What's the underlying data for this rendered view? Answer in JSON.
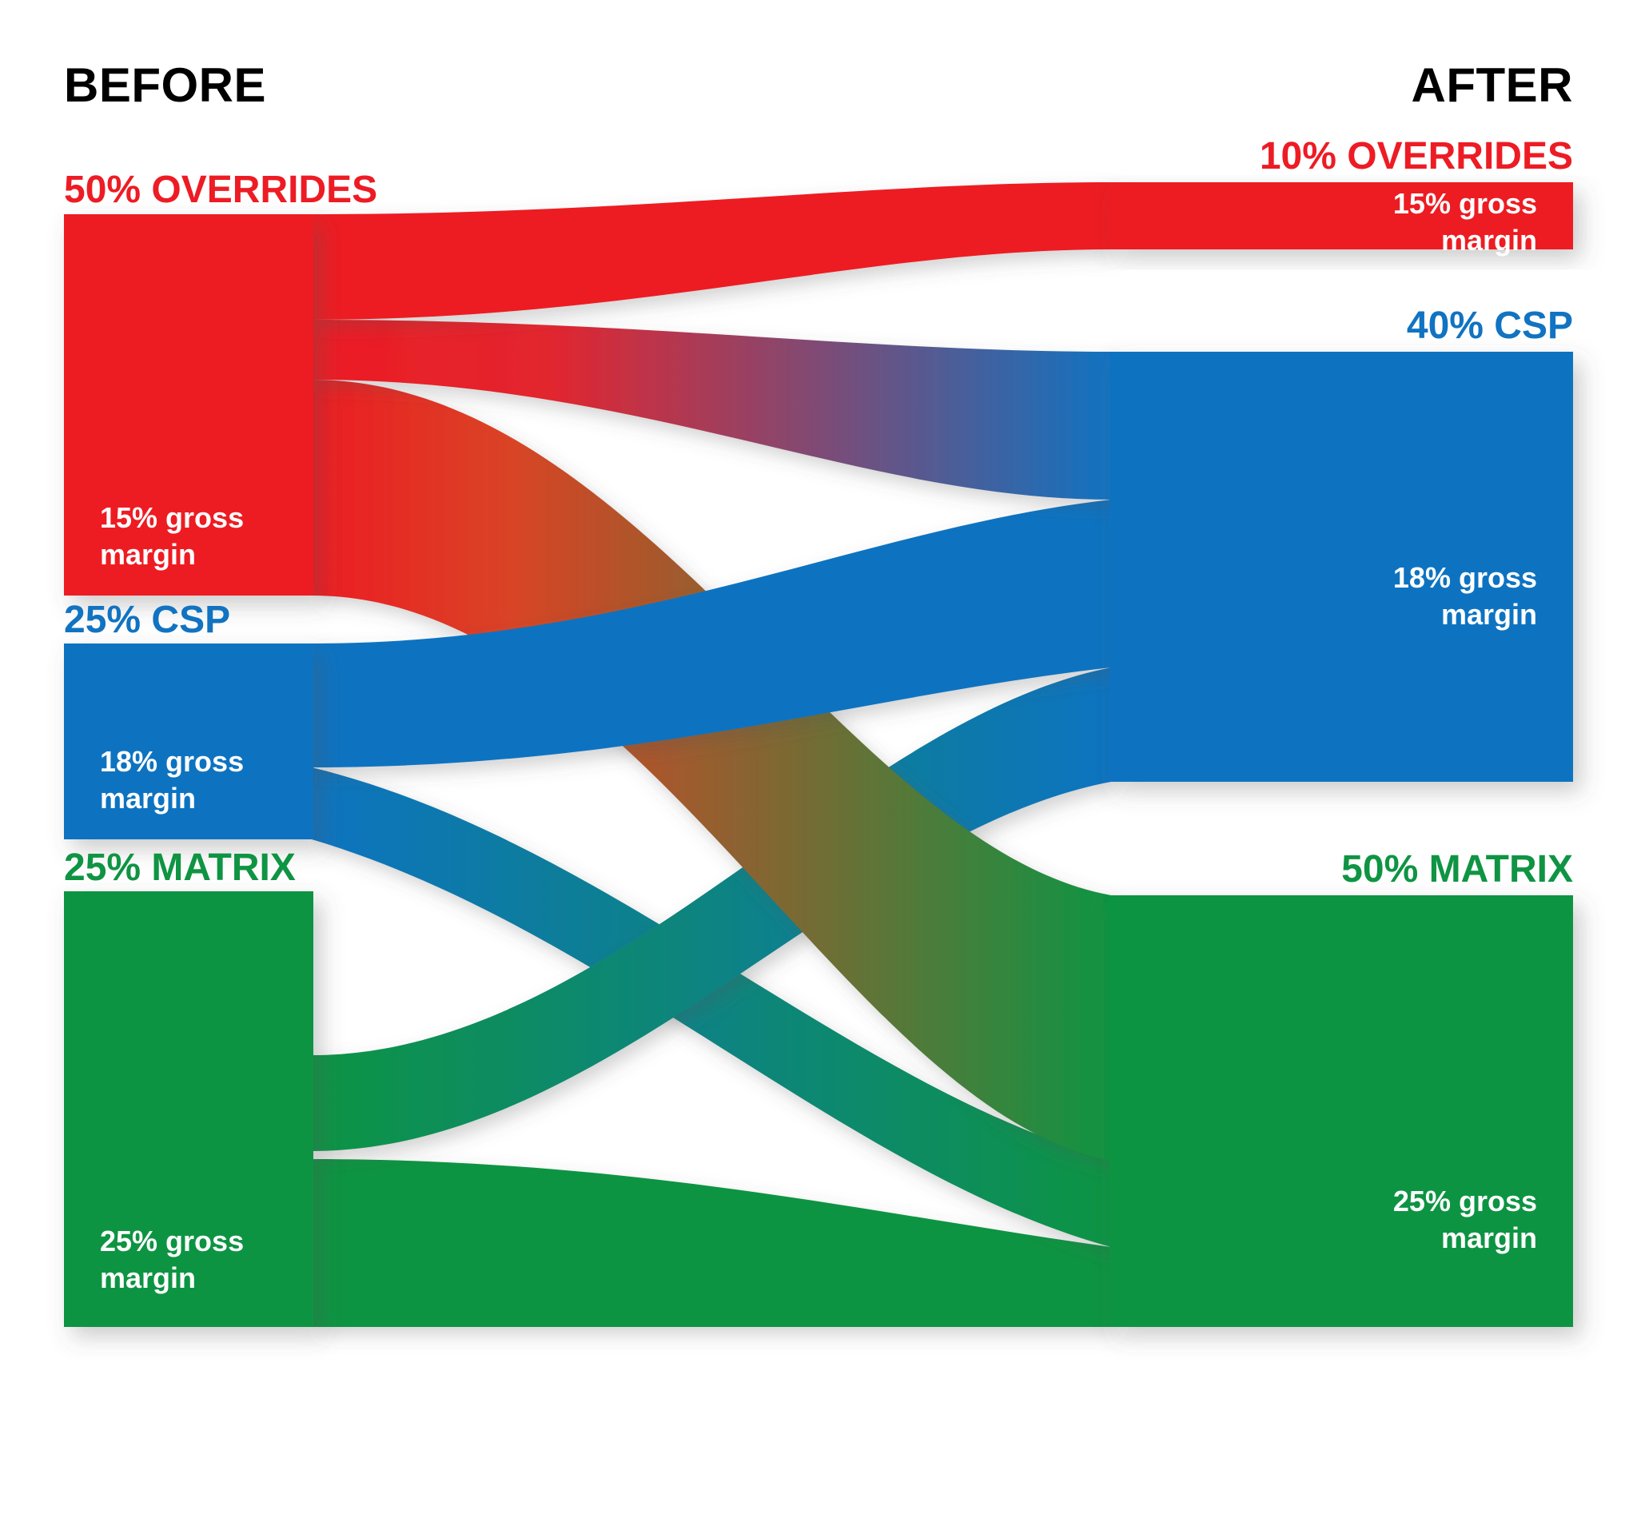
{
  "headers": {
    "left": "BEFORE",
    "right": "AFTER"
  },
  "colors": {
    "overrides_red": "#ED1C24",
    "csp_blue": "#1173C1",
    "matrix_green": "#0F9443",
    "label_black": "#000000",
    "label_white": "#FFFFFF",
    "background": "#FFFFFF"
  },
  "before": {
    "nodes": [
      {
        "key": "overrides",
        "label": "50% OVERRIDES",
        "margin_label_line1": "15% gross",
        "margin_label_line2": "margin"
      },
      {
        "key": "csp",
        "label": "25% CSP",
        "margin_label_line1": "18% gross",
        "margin_label_line2": "margin"
      },
      {
        "key": "matrix",
        "label": "25% MATRIX",
        "margin_label_line1": "25% gross",
        "margin_label_line2": "margin"
      }
    ]
  },
  "after": {
    "nodes": [
      {
        "key": "overrides",
        "label": "10% OVERRIDES",
        "margin_label_line1": "15% gross",
        "margin_label_line2": "margin"
      },
      {
        "key": "csp",
        "label": "40% CSP",
        "margin_label_line1": "18% gross",
        "margin_label_line2": "margin"
      },
      {
        "key": "matrix",
        "label": "50% MATRIX",
        "margin_label_line1": "25% gross",
        "margin_label_line2": "margin"
      }
    ]
  },
  "chart_data": {
    "type": "sankey",
    "title": "",
    "stages": [
      "BEFORE",
      "AFTER"
    ],
    "nodes": [
      {
        "id": "before_overrides",
        "stage": "BEFORE",
        "label": "50% OVERRIDES",
        "value": 50,
        "gross_margin": "15% gross margin",
        "color": "#ED1C24"
      },
      {
        "id": "before_csp",
        "stage": "BEFORE",
        "label": "25% CSP",
        "value": 25,
        "gross_margin": "18% gross margin",
        "color": "#1173C1"
      },
      {
        "id": "before_matrix",
        "stage": "BEFORE",
        "label": "25% MATRIX",
        "value": 25,
        "gross_margin": "25% gross margin",
        "color": "#0F9443"
      },
      {
        "id": "after_overrides",
        "stage": "AFTER",
        "label": "10% OVERRIDES",
        "value": 10,
        "gross_margin": "15% gross margin",
        "color": "#ED1C24"
      },
      {
        "id": "after_csp",
        "stage": "AFTER",
        "label": "40% CSP",
        "value": 40,
        "gross_margin": "18% gross margin",
        "color": "#1173C1"
      },
      {
        "id": "after_matrix",
        "stage": "AFTER",
        "label": "50% MATRIX",
        "value": 50,
        "gross_margin": "25% gross margin",
        "color": "#0F9443"
      }
    ],
    "links": [
      {
        "source": "before_overrides",
        "target": "after_overrides",
        "value": 10
      },
      {
        "source": "before_overrides",
        "target": "after_csp",
        "value": 18
      },
      {
        "source": "before_overrides",
        "target": "after_matrix",
        "value": 22
      },
      {
        "source": "before_csp",
        "target": "after_csp",
        "value": 17
      },
      {
        "source": "before_csp",
        "target": "after_matrix",
        "value": 8
      },
      {
        "source": "before_matrix",
        "target": "after_csp",
        "value": 5
      },
      {
        "source": "before_matrix",
        "target": "after_matrix",
        "value": 20
      }
    ]
  }
}
